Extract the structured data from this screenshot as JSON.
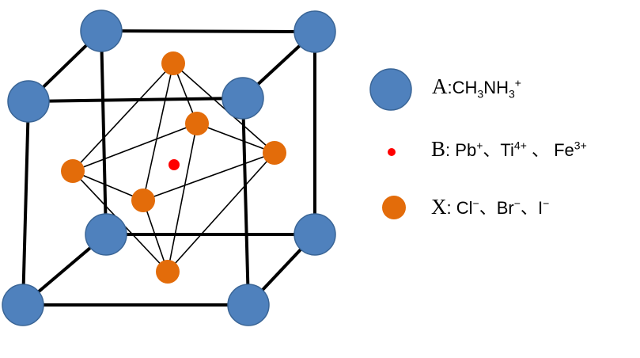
{
  "colors": {
    "a_site": "#4f81bd",
    "a_site_stroke": "#3a6596",
    "b_site": "#ff0000",
    "x_site": "#e36c0a",
    "edge": "#000000"
  },
  "legend": {
    "a": {
      "letter": "A",
      "separator": ":",
      "formula_parts": [
        "CH",
        "3",
        "NH",
        "3",
        "+"
      ]
    },
    "b": {
      "letter": "B",
      "separator": ":",
      "ion1": "Pb",
      "ion1_charge": "+",
      "sep1": "、",
      "ion2": "Ti",
      "ion2_charge": "4+",
      "sep2": " 、 ",
      "ion3": "Fe",
      "ion3_charge": "3+"
    },
    "x": {
      "letter": "X",
      "separator": ":",
      "ion1": "Cl",
      "ion1_charge": "−",
      "sep1": "、",
      "ion2": "Br",
      "ion2_charge": "−",
      "sep2": "、",
      "ion3": "I",
      "ion3_charge": "−"
    }
  }
}
